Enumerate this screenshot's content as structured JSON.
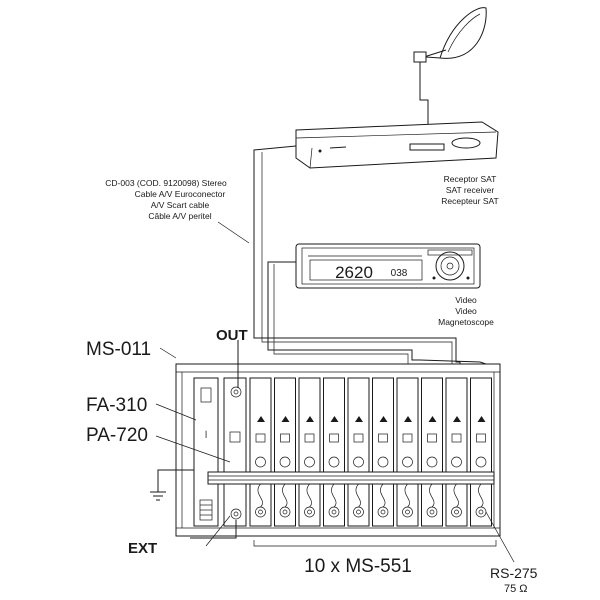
{
  "labels": {
    "cable_note": [
      "CD-003 (COD. 9120098) Stereo",
      "Cable A/V Euroconector",
      "A/V Scart cable",
      "Câble A/V peritel"
    ],
    "sat_receiver": [
      "Receptor SAT",
      "SAT receiver",
      "Recepteur SAT"
    ],
    "video": [
      "Video",
      "Video",
      "Magnetoscope"
    ],
    "vcr_display": "2620",
    "vcr_channel": "038",
    "out": "OUT",
    "ext": "EXT",
    "ms011": "MS-011",
    "fa310": "FA-310",
    "pa720": "PA-720",
    "ms551": "10 x MS-551",
    "rs275": "RS-275",
    "ohm": "75 Ω"
  },
  "icons": [
    "satellite-dish-icon",
    "ground-icon"
  ]
}
